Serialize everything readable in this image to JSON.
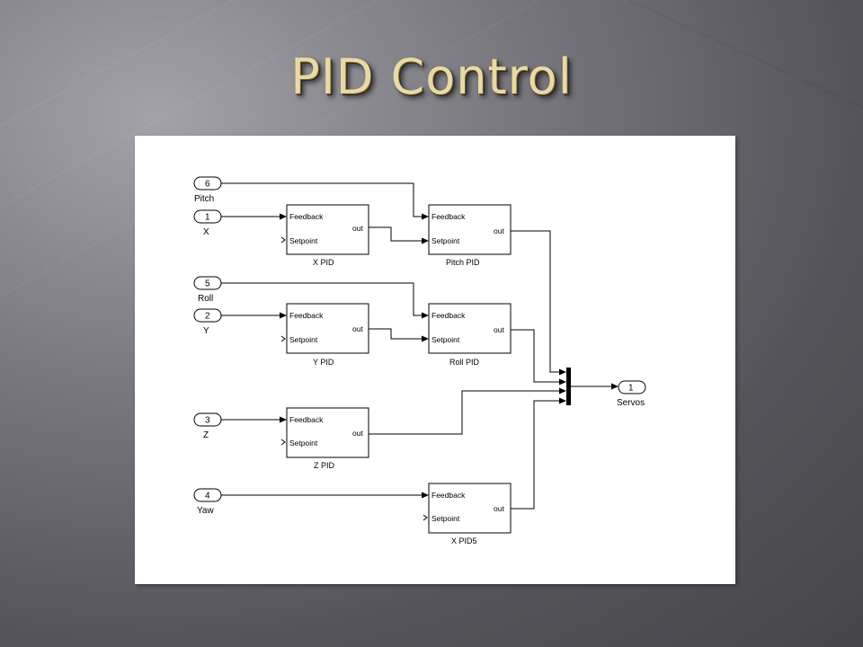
{
  "slide": {
    "title": "PID Control"
  },
  "diagram": {
    "inports": [
      {
        "number": "6",
        "label": "Pitch"
      },
      {
        "number": "1",
        "label": "X"
      },
      {
        "number": "5",
        "label": "Roll"
      },
      {
        "number": "2",
        "label": "Y"
      },
      {
        "number": "3",
        "label": "Z"
      },
      {
        "number": "4",
        "label": "Yaw"
      }
    ],
    "blocks": [
      {
        "name": "X PID",
        "in1": "Feedback",
        "in2": "Setpoint",
        "out": "out"
      },
      {
        "name": "Pitch PID",
        "in1": "Feedback",
        "in2": "Setpoint",
        "out": "out"
      },
      {
        "name": "Y PID",
        "in1": "Feedback",
        "in2": "Setpoint",
        "out": "out"
      },
      {
        "name": "Roll PID",
        "in1": "Feedback",
        "in2": "Setpoint",
        "out": "out"
      },
      {
        "name": "Z PID",
        "in1": "Feedback",
        "in2": "Setpoint",
        "out": "out"
      },
      {
        "name": "X PID5",
        "in1": "Feedback",
        "in2": "Setpoint",
        "out": "out"
      }
    ],
    "outport": {
      "number": "1",
      "label": "Servos"
    }
  }
}
